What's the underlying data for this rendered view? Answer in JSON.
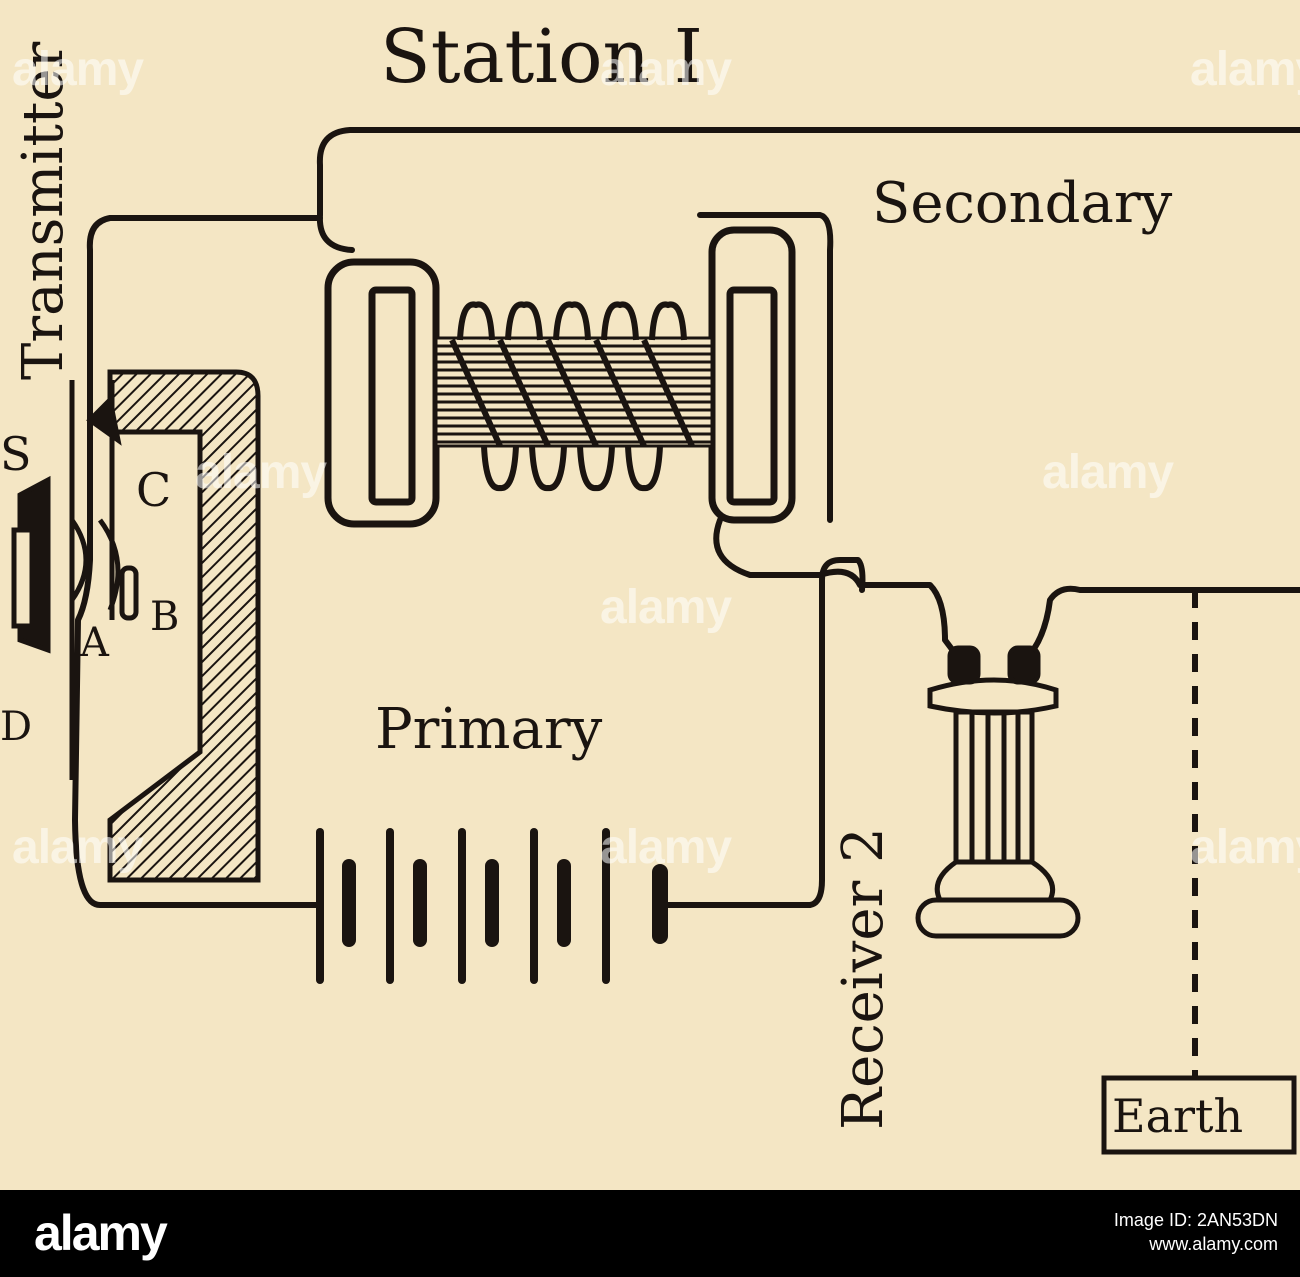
{
  "diagram": {
    "labels": {
      "station": "Station I",
      "transmitter": "Transmitter",
      "secondary": "Secondary",
      "primary": "Primary",
      "receiver": "Receiver 2",
      "earth": "Earth",
      "s": "S",
      "a": "A",
      "b": "B",
      "c": "C",
      "d": "D"
    }
  },
  "watermark": {
    "text": "alamy"
  },
  "footer": {
    "logo": "alamy",
    "image_id_line": "Image ID: 2AN53DN",
    "site": "www.alamy.com"
  }
}
